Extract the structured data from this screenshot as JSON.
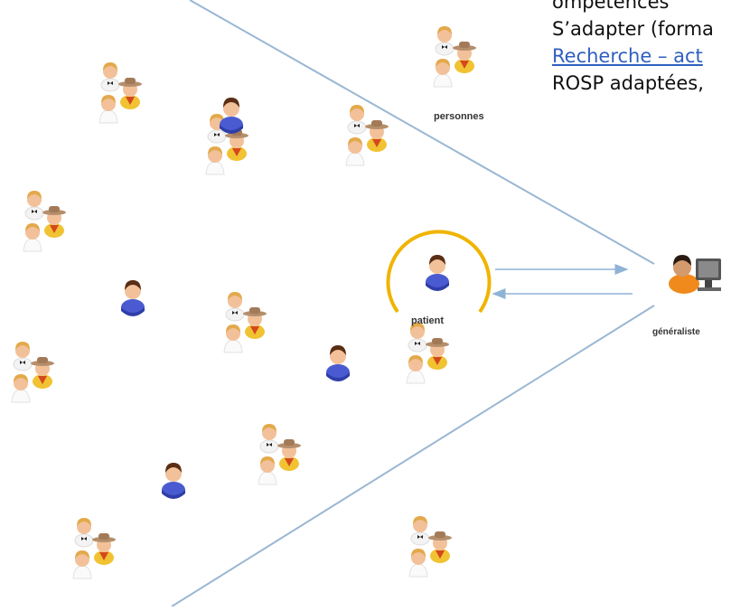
{
  "text_lines": [
    "ompétences",
    "S’adapter (forma",
    "Recherche – act",
    "ROSP adaptées,"
  ],
  "labels": {
    "personnes": "personnes",
    "patient": "patient",
    "generaliste": "généraliste"
  },
  "colors": {
    "line": "#9ab7d3",
    "arrow": "#8fb3d6",
    "arc": "#f0b400",
    "link": "#2f5fbf",
    "person_shirt": "#f1c232",
    "patient_shirt": "#4a5bd1"
  },
  "icons": {
    "group": "people-group-icon",
    "patient": "patient-person-icon",
    "doctor": "doctor-at-computer-icon"
  }
}
